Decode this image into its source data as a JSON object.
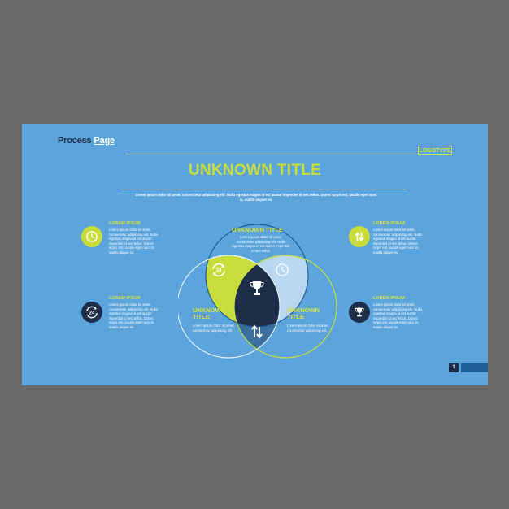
{
  "header": {
    "brand_part1": "Process",
    "brand_part2": "Page",
    "logotype": "LOGOTYPE"
  },
  "title": "UNKNOWN TITLE",
  "description": "Lorem ipsum dolor sit amet, consectetur adipiscing elit. Nulla egestas magna id est auctor imperdiet id nec tellus. Donec turpis est, iaculis eget nunc in, mattis aliquet mi.",
  "blocks": [
    {
      "title": "LOREM IPSUM",
      "text": "Lorem ipsum dolor sit amet, consectetur adipiscing elit. Nulla egestas magna id est auctor imperdiet id nec tellus. Donec turpis est, iaculis eget nunc in, mattis aliquet mi.",
      "icon": "clock-icon"
    },
    {
      "title": "LOREM IPSUM",
      "text": "Lorem ipsum dolor sit amet, consectetur adipiscing elit. Nulla egestas magna id est auctor imperdiet id nec tellus. Donec turpis est, iaculis eget nunc in, mattis aliquet mi.",
      "icon": "24-hours-icon"
    },
    {
      "title": "LOREM IPSUM",
      "text": "Lorem ipsum dolor sit amet, consectetur adipiscing elit. Nulla egestas magna id est auctor imperdiet id nec tellus. Donec turpis est, iaculis eget nunc in, mattis aliquet mi.",
      "icon": "up-down-arrows-icon"
    },
    {
      "title": "LOREM IPSUM",
      "text": "Lorem ipsum dolor sit amet, consectetur adipiscing elit. Nulla egestas magna id est auctor imperdiet id nec tellus. Donec turpis est, iaculis eget nunc in, mattis aliquet mi.",
      "icon": "trophy-icon"
    }
  ],
  "venn": {
    "top": {
      "title": "UNKNOWN TITLE",
      "text": "Lorem ipsum dolor sit amet, consectetur adipiscing elit. Nulla egestas magna id est auctor imperdiet id nec tellus."
    },
    "left": {
      "title_line1": "UNKNOWN",
      "title_line2": "TITLE",
      "text": "Lorem ipsum dolor sit amet, consectetur adipiscing elit."
    },
    "right": {
      "title_line1": "UNKNOWN",
      "title_line2": "TITLE",
      "text": "Lorem ipsum dolor sit amet, consectetur adipiscing elit."
    },
    "icons": {
      "top_left_overlap": "24-hours-icon",
      "top_right_overlap": "clock-icon",
      "center": "trophy-icon",
      "bottom_overlap": "up-down-arrows-icon"
    },
    "badge_text": "24"
  },
  "page_number": "1",
  "colors": {
    "background": "#6a6a6a",
    "slide": "#5ba4dc",
    "accent_lime": "#c8dc3c",
    "dark_navy": "#1e2d48",
    "light_blue": "#b9d8f0",
    "mid_blue": "#3b6f9e"
  }
}
